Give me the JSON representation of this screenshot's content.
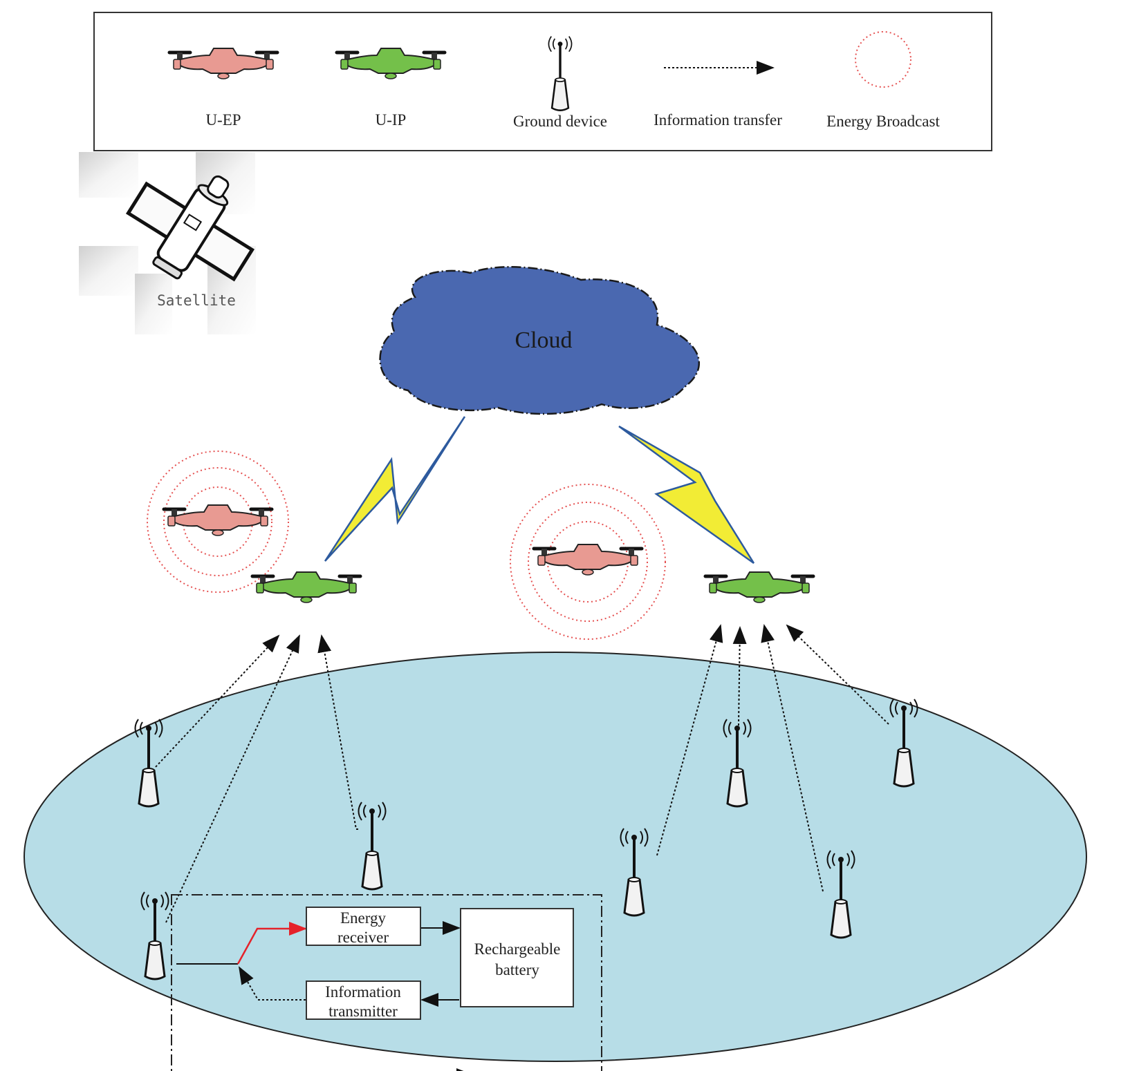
{
  "legend": {
    "uep_label": "U-EP",
    "uip_label": "U-IP",
    "ground_label": "Ground device",
    "info_label": "Information transfer",
    "energy_label": "Energy Broadcast"
  },
  "satellite_label": "Satellite",
  "cloud_label": "Cloud",
  "device_box": {
    "energy_receiver": [
      "Energy",
      "receiver"
    ],
    "information_transmitter": [
      "Information",
      "transmitter"
    ],
    "battery": [
      "Rechargeable",
      "battery"
    ]
  },
  "colors": {
    "uep_body": "#e89a92",
    "uip_body": "#74c04a",
    "cloud": "#4a68b0",
    "ground_area": "#b7dde7",
    "broadcast": "#e55050",
    "lightning": "#f2ec35",
    "energy_arrow": "#e5222a"
  }
}
